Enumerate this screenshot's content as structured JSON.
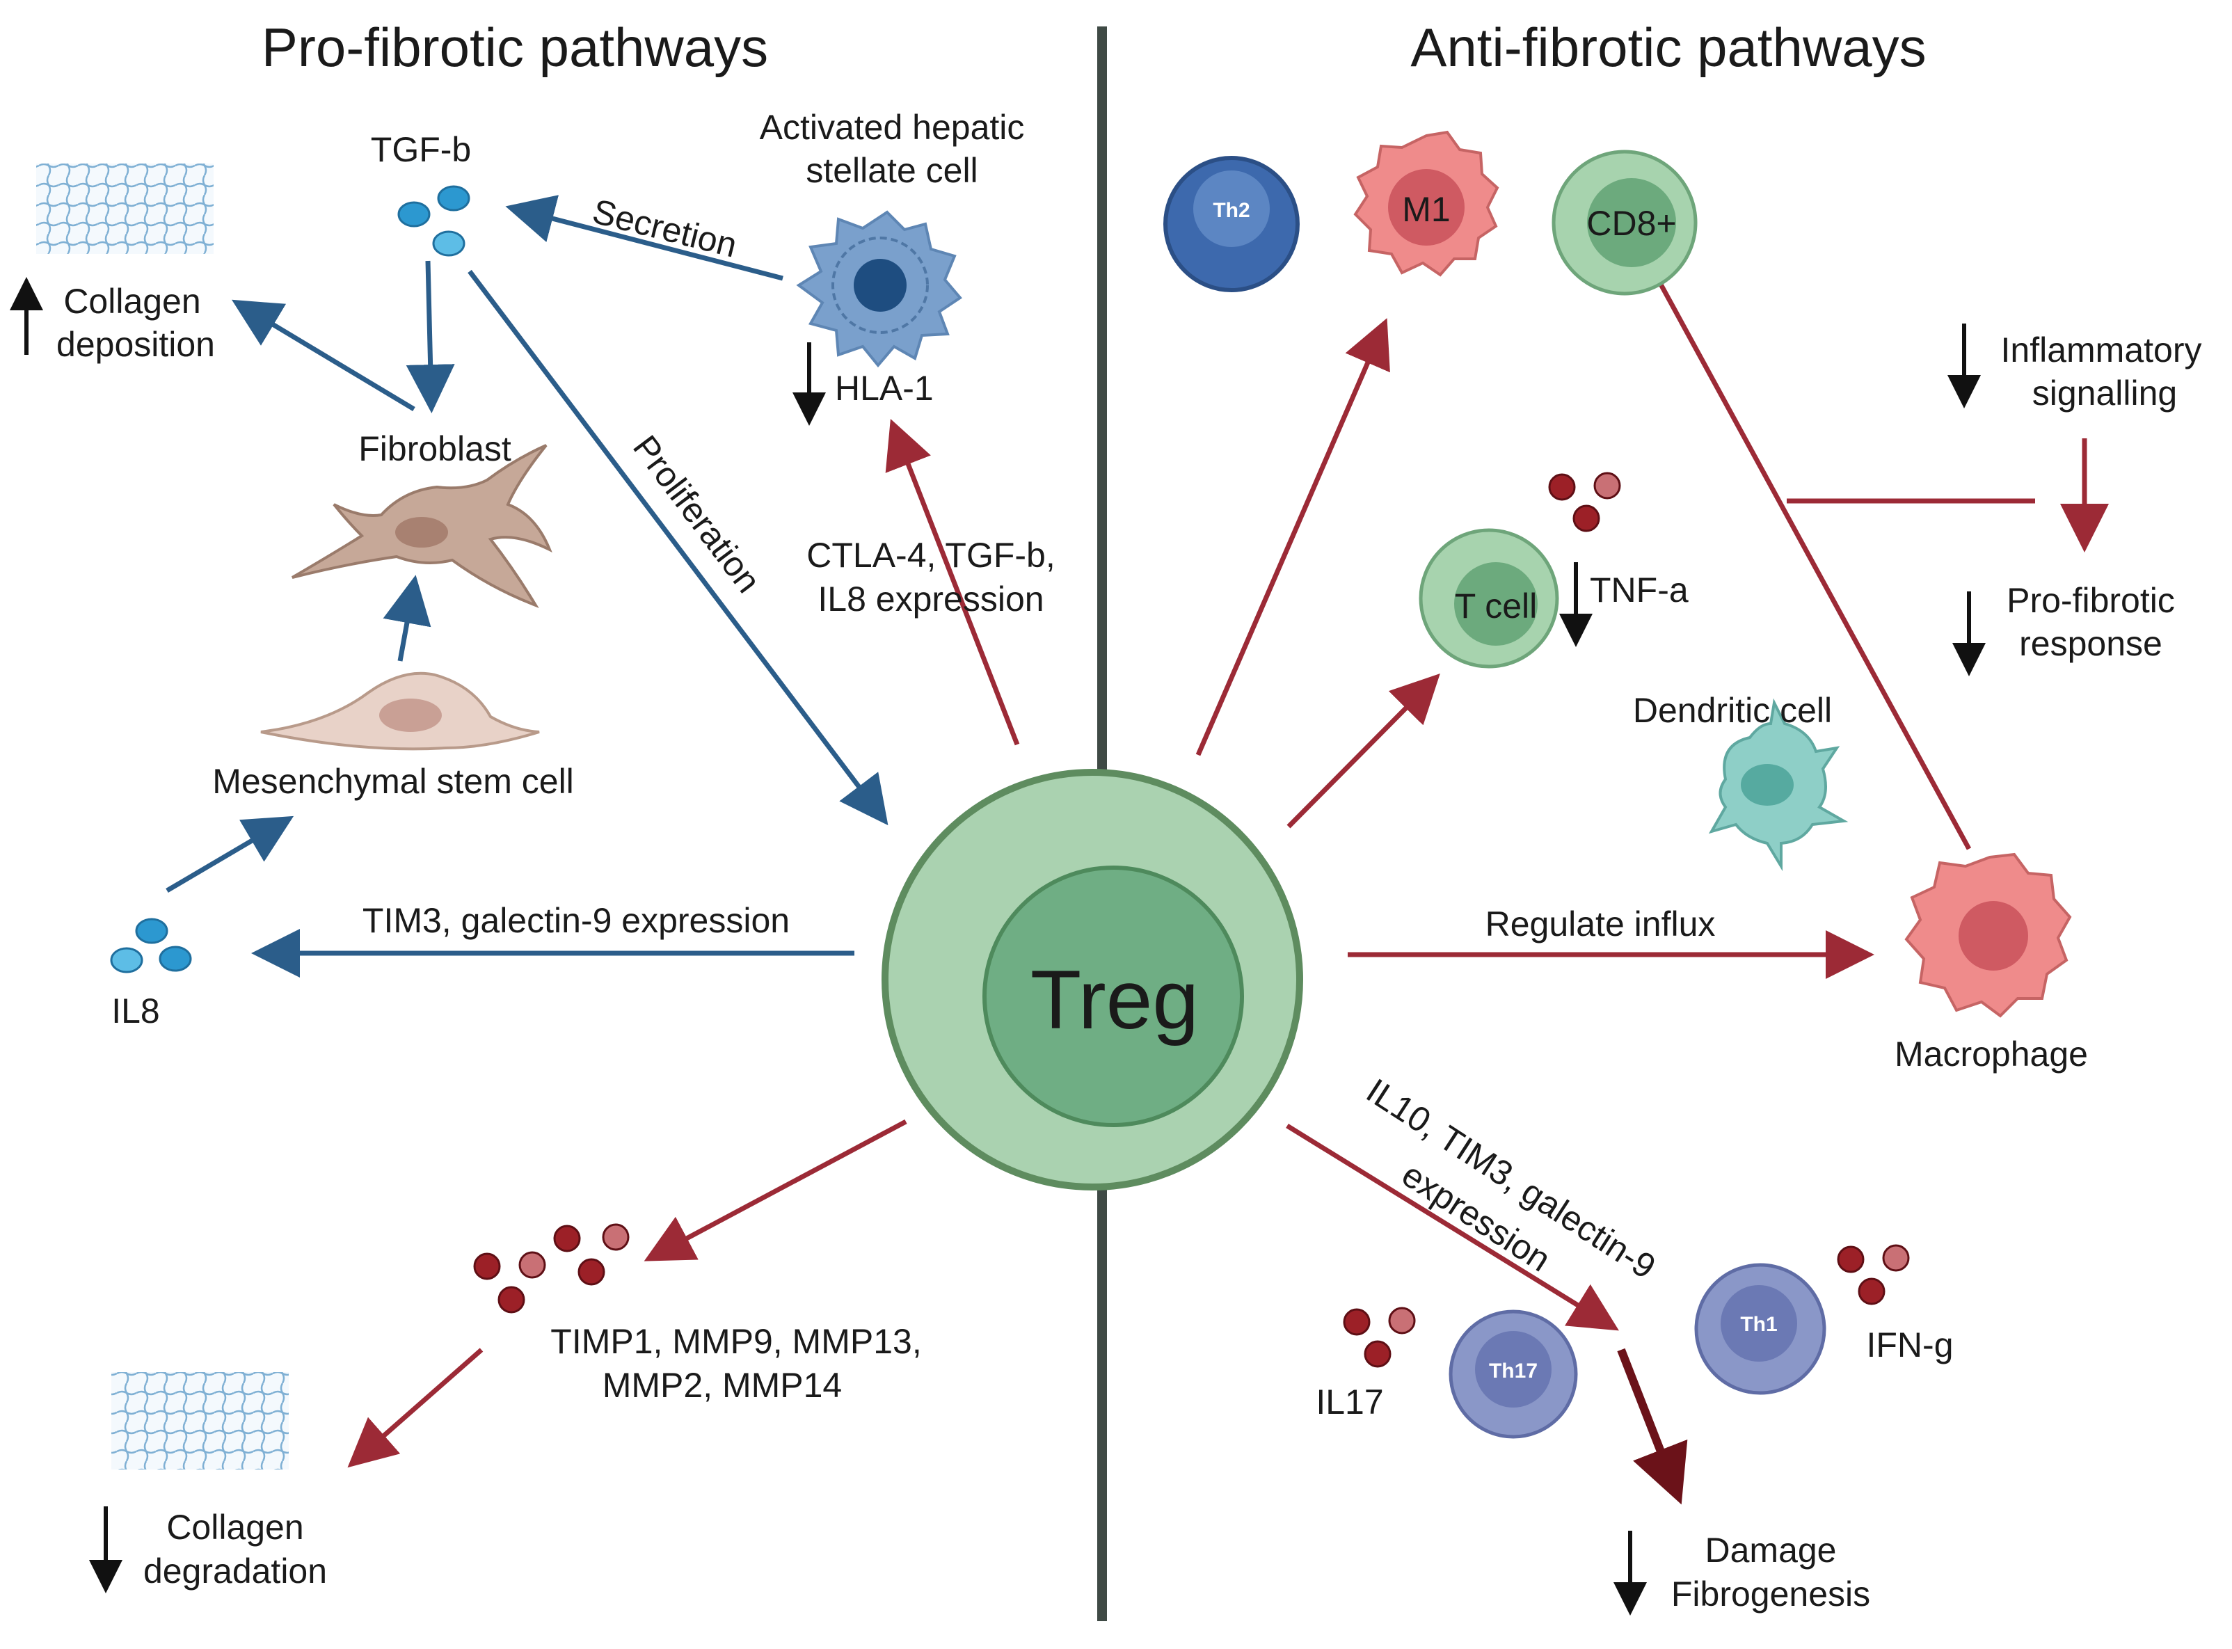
{
  "titles": {
    "pro": "Pro-fibrotic pathways",
    "anti": "Anti-fibrotic pathways"
  },
  "center": {
    "label": "Treg"
  },
  "pro": {
    "tgfb": "TGF-b",
    "collagen_dep_1": "Collagen",
    "collagen_dep_2": "deposition",
    "hsc_1": "Activated hepatic",
    "hsc_2": "stellate cell",
    "secretion": "Secretion",
    "hla": "HLA-1",
    "fibroblast": "Fibroblast",
    "proliferation": "Proliferation",
    "ctla_1": "CTLA-4, TGF-b,",
    "ctla_2": "IL8 expression",
    "msc": "Mesenchymal stem cell",
    "tim3": "TIM3, galectin-9 expression",
    "il8": "IL8",
    "timp_1": "TIMP1, MMP9, MMP13,",
    "timp_2": "MMP2, MMP14",
    "collagen_deg_1": "Collagen",
    "collagen_deg_2": "degradation"
  },
  "anti": {
    "th2": "Th2",
    "m1": "M1",
    "cd8": "CD8+",
    "inflam_1": "Inflammatory",
    "inflam_2": "signalling",
    "profib_1": "Pro-fibrotic",
    "profib_2": "response",
    "tcell": "T cell",
    "tnfa": "TNF-a",
    "dendritic": "Dendritic cell",
    "regulate": "Regulate influx",
    "macrophage": "Macrophage",
    "il10_1": "IL10, TIM3, galectin-9",
    "il10_2": "expression",
    "th1": "Th1",
    "ifng": "IFN-g",
    "th17": "Th17",
    "il17": "IL17",
    "damage_1": "Damage",
    "damage_2": "Fibrogenesis"
  },
  "colors": {
    "blue_arrow": "#2b5d8a",
    "red_arrow": "#9c2a36",
    "divider": "#3f4a45",
    "treg_outer": "#aad2b0",
    "treg_inner": "#6fae84",
    "treg_border": "#5e8c5f"
  }
}
